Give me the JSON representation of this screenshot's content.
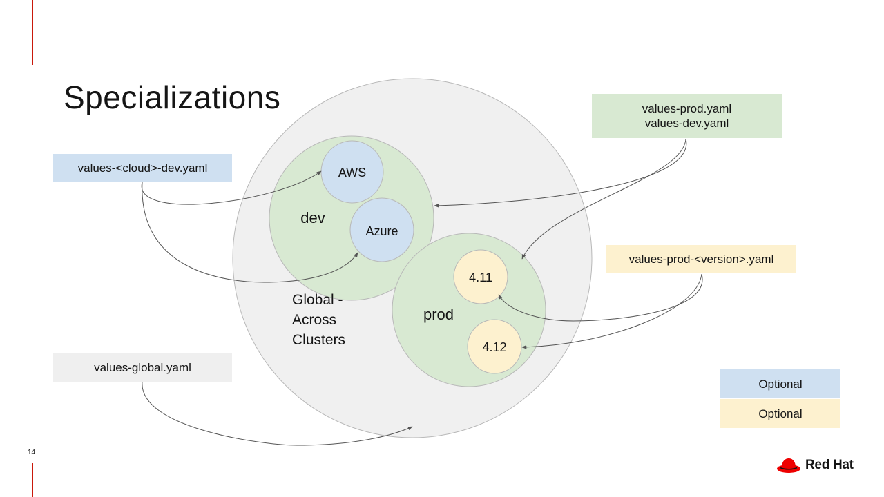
{
  "slide": {
    "title": "Specializations",
    "page_number": "14",
    "brand": "Red Hat"
  },
  "diagram": {
    "circles": {
      "global": {
        "label_lines": [
          "Global -",
          "Across",
          "Clusters"
        ]
      },
      "dev": {
        "label": "dev"
      },
      "aws": {
        "label": "AWS"
      },
      "azure": {
        "label": "Azure"
      },
      "prod": {
        "label": "prod"
      },
      "v411": {
        "label": "4.11"
      },
      "v412": {
        "label": "4.12"
      }
    },
    "boxes": {
      "cloud_dev": {
        "text": "values-<cloud>-dev.yaml"
      },
      "prod_dev": {
        "lines": [
          "values-prod.yaml",
          "values-dev.yaml"
        ]
      },
      "prod_version": {
        "text": "values-prod-<version>.yaml"
      },
      "global": {
        "text": "values-global.yaml"
      }
    },
    "legend": [
      {
        "label": "Optional",
        "color": "#cfe0f1"
      },
      {
        "label": "Optional",
        "color": "#fdf1cf"
      }
    ]
  },
  "colors": {
    "accent_red": "#c9190b",
    "global_fill": "#f0f0f0",
    "env_fill": "#d8e9d2",
    "cloud_fill": "#cfe0f1",
    "version_fill": "#fdf1cf",
    "neutral_box": "#efefef"
  }
}
